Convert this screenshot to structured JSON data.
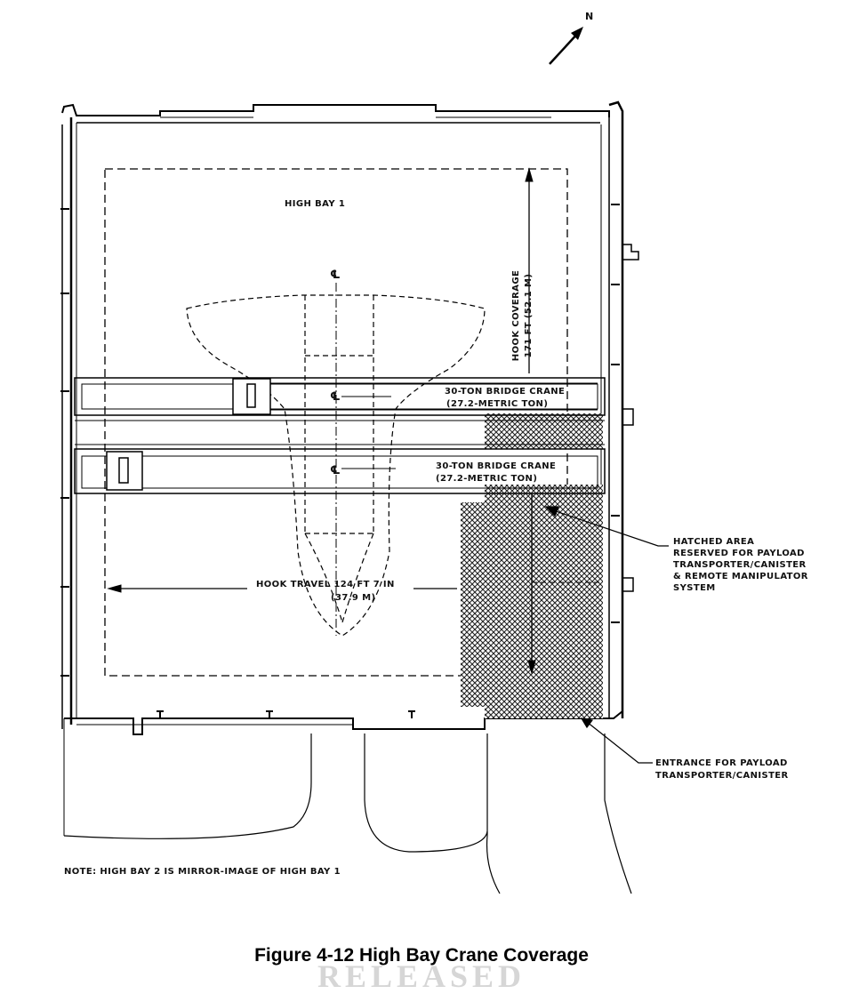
{
  "north_label": "N",
  "labels": {
    "high_bay": "HIGH BAY 1",
    "centerline": "℄",
    "hook_coverage_1": "HOOK COVERAGE",
    "hook_coverage_2": "171 FT (52.1 M)",
    "crane_top_1": "30-TON BRIDGE CRANE",
    "crane_top_2": "(27.2-METRIC TON)",
    "crane_bottom_1": "30-TON BRIDGE CRANE",
    "crane_bottom_2": "(27.2-METRIC TON)",
    "hook_travel_1": "HOOK TRAVEL 124 FT 7 IN",
    "hook_travel_2": "(37.9 M)",
    "hatched_1": "HATCHED AREA",
    "hatched_2": "RESERVED FOR PAYLOAD",
    "hatched_3": "TRANSPORTER/CANISTER",
    "hatched_4": "& REMOTE MANIPULATOR",
    "hatched_5": "SYSTEM",
    "entrance_1": "ENTRANCE FOR PAYLOAD",
    "entrance_2": "TRANSPORTER/CANISTER",
    "note": "NOTE: HIGH BAY 2 IS MIRROR-IMAGE OF HIGH BAY 1"
  },
  "caption": "Figure 4-12  High Bay Crane Coverage",
  "watermark": "RELEASED"
}
